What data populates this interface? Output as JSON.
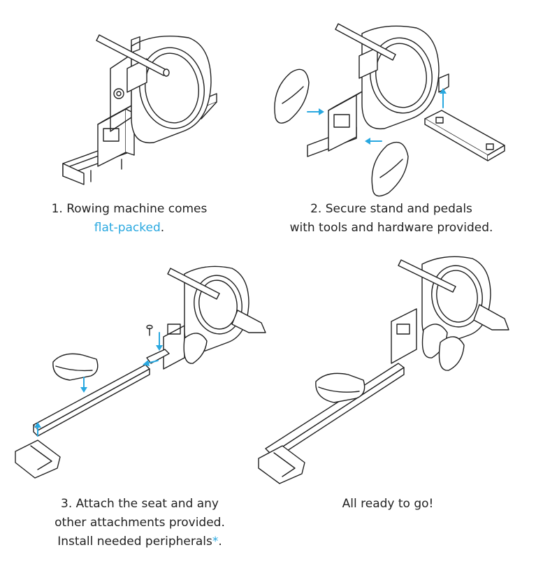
{
  "steps": [
    {
      "id": "step-1",
      "caption_lines": [
        {
          "parts": [
            {
              "text": "1. Rowing machine comes",
              "accent": false
            }
          ]
        },
        {
          "parts": [
            {
              "text": "flat-packed",
              "accent": true
            },
            {
              "text": ".",
              "accent": false
            }
          ]
        }
      ]
    },
    {
      "id": "step-2",
      "caption_lines": [
        {
          "parts": [
            {
              "text": "2. Secure stand and pedals",
              "accent": false
            }
          ]
        },
        {
          "parts": [
            {
              "text": "with tools and hardware provided.",
              "accent": false
            }
          ]
        }
      ]
    },
    {
      "id": "step-3",
      "caption_lines": [
        {
          "parts": [
            {
              "text": "3. Attach the seat and any",
              "accent": false
            }
          ]
        },
        {
          "parts": [
            {
              "text": "other attachments provided.",
              "accent": false
            }
          ]
        },
        {
          "parts": [
            {
              "text": "Install needed peripherals",
              "accent": false
            },
            {
              "text": "*",
              "accent": true
            },
            {
              "text": ".",
              "accent": false
            }
          ]
        }
      ]
    },
    {
      "id": "step-4",
      "caption_lines": [
        {
          "parts": [
            {
              "text": "All ready to go!",
              "accent": false
            }
          ]
        }
      ]
    }
  ],
  "colors": {
    "accent": "#29a8e0",
    "line": "#1f1f1f",
    "text": "#222222",
    "background": "#ffffff"
  },
  "icons": [
    "rowing-machine-illustration",
    "pedal-illustration",
    "stand-illustration",
    "seat-illustration",
    "rail-illustration",
    "screw-icon",
    "assembly-arrow-icon"
  ]
}
